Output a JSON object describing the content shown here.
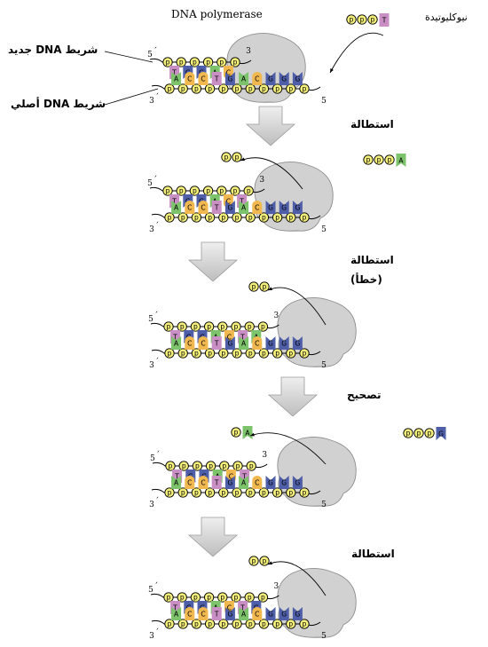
{
  "labels": {
    "enzyme": "DNA polymerase",
    "nucleotide": "نيوكليوتيدة",
    "new_strand": "شريط DNA جديد",
    "template_strand": "شريط DNA أصلي",
    "step1": "استطالة",
    "step2_line1": "استطالة",
    "step2_line2": "(خطأ)",
    "step3": "تصحيح",
    "step4": "استطالة"
  },
  "glyphs": {
    "phosphate": "p",
    "prime": "´",
    "five": "5",
    "three": "3"
  },
  "colors": {
    "T": "#c98fc4",
    "A": "#7dc36b",
    "G": "#4f5ea8",
    "C": "#f0b84e",
    "phosphate": "#f3ef7a",
    "enzyme": "#c9c9c9",
    "arrow": "#d2d2d2"
  },
  "panels": [
    {
      "name": "initial",
      "top": [
        "T",
        "G",
        "G",
        "A",
        "C"
      ],
      "bottom": [
        "A",
        "C",
        "C",
        "T",
        "G",
        "A",
        "C",
        "G",
        "G",
        "G"
      ],
      "free_right": [
        "p",
        "p",
        "p",
        "T"
      ],
      "released_left": []
    },
    {
      "name": "elongation",
      "top": [
        "T",
        "G",
        "G",
        "A",
        "C",
        "T"
      ],
      "bottom": [
        "A",
        "C",
        "C",
        "T",
        "G",
        "A",
        "C",
        "G",
        "G",
        "G"
      ],
      "free_right": [
        "p",
        "p",
        "p",
        "A"
      ],
      "released_left": [
        "p",
        "p"
      ]
    },
    {
      "name": "elongation-error",
      "top": [
        "T",
        "G",
        "G",
        "A",
        "C",
        "T",
        "A"
      ],
      "bottom": [
        "A",
        "C",
        "C",
        "T",
        "G",
        "A",
        "C",
        "G",
        "G",
        "G"
      ],
      "free_right": [],
      "released_left": [
        "p",
        "p"
      ]
    },
    {
      "name": "proofreading",
      "top": [
        "T",
        "G",
        "G",
        "A",
        "C",
        "T"
      ],
      "bottom": [
        "A",
        "C",
        "C",
        "T",
        "G",
        "A",
        "C",
        "G",
        "G",
        "G"
      ],
      "free_right": [
        "p",
        "p",
        "p",
        "G"
      ],
      "released_left": [
        "p",
        "A"
      ]
    },
    {
      "name": "elongation-correct",
      "top": [
        "T",
        "G",
        "G",
        "A",
        "C",
        "T",
        "G"
      ],
      "bottom": [
        "A",
        "C",
        "C",
        "T",
        "G",
        "A",
        "C",
        "G",
        "G",
        "G"
      ],
      "free_right": [],
      "released_left": [
        "p",
        "p"
      ]
    }
  ]
}
